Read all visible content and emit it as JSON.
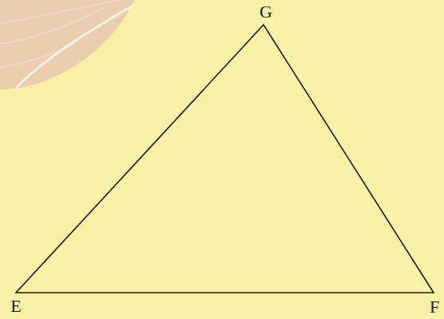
{
  "diagram": {
    "labels": [
      "G",
      "E",
      "F"
    ]
  }
}
